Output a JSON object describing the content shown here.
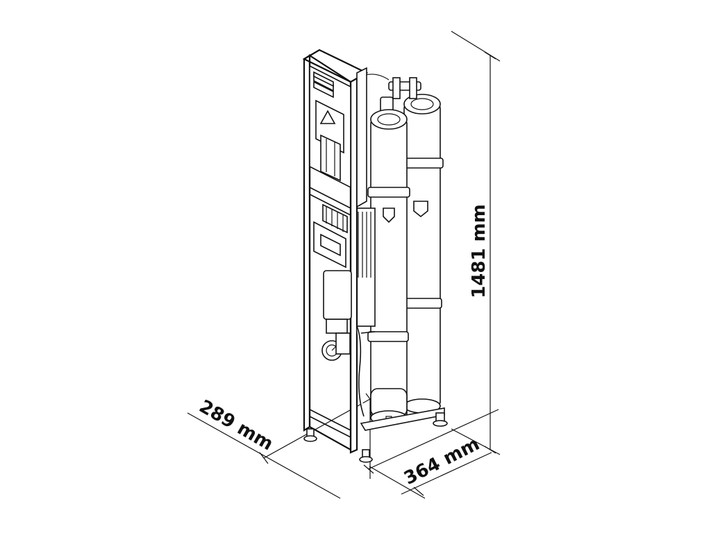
{
  "dimensions": {
    "height_label": "1481 mm",
    "depth_label": "289 mm",
    "width_label": "364 mm"
  },
  "icons": [
    "warning-triangle-icon",
    "flow-arrow-down-icon",
    "flow-arrow-up-icon",
    "pressure-gauge-icon"
  ],
  "colors": {
    "line": "#111111",
    "background": "#ffffff"
  }
}
